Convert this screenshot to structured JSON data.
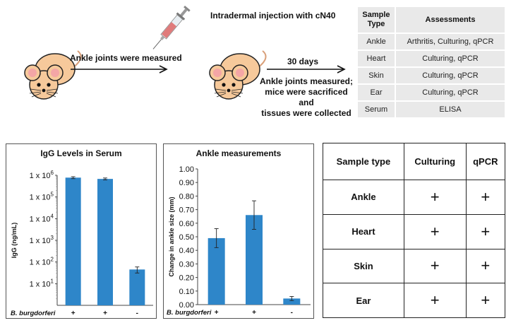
{
  "workflow": {
    "step1_label": "Ankle joints were measured",
    "injection_label": "Intradermal injection with cN40",
    "interval_label": "30 days",
    "step2_line1": "Ankle joints measured;",
    "step2_line2": "mice were sacrificed and",
    "step2_line3": "tissues were collected",
    "icons": [
      "mouse-icon",
      "syringe-icon",
      "arrow-right-icon"
    ]
  },
  "assessments_table": {
    "headers": [
      "Sample\nType",
      "Assessments"
    ],
    "rows": [
      {
        "sample": "Ankle",
        "assessment": "Arthritis, Culturing, qPCR"
      },
      {
        "sample": "Heart",
        "assessment": "Culturing, qPCR"
      },
      {
        "sample": "Skin",
        "assessment": "Culturing, qPCR"
      },
      {
        "sample": "Ear",
        "assessment": "Culturing, qPCR"
      },
      {
        "sample": "Serum",
        "assessment": "ELISA"
      }
    ]
  },
  "chart_data": [
    {
      "type": "bar",
      "title": "IgG Levels in Serum",
      "ylabel": "IgG (ng/mL)",
      "scale": "log",
      "ytick_labels": [
        "1 x 10^6",
        "1 x 10^5",
        "1 x 10^4",
        "1 x 10^3",
        "1 x 10^2",
        "1 x 10^1"
      ],
      "ytick_values": [
        1000000,
        100000,
        10000,
        1000,
        100,
        10
      ],
      "ylim": [
        1,
        1000000
      ],
      "group_label": "B. burgdorferi",
      "categories": [
        "+",
        "+",
        "-"
      ],
      "values": [
        780000,
        680000,
        45
      ],
      "errors": [
        80000,
        70000,
        14
      ],
      "color": "#2e86c9",
      "grid": false
    },
    {
      "type": "bar",
      "title": "Ankle measurements",
      "ylabel": "Change in ankle size (mm)",
      "ytick_labels": [
        "1.00",
        "0.90",
        "0.80",
        "0.70",
        "0.60",
        "0.50",
        "0.40",
        "0.30",
        "0.20",
        "0.10",
        "0.00"
      ],
      "ylim": [
        0,
        1.0
      ],
      "group_label": "B. burgdorferi",
      "categories": [
        "+",
        "+",
        "-"
      ],
      "values": [
        0.49,
        0.66,
        0.045
      ],
      "errors": [
        0.07,
        0.105,
        0.015
      ],
      "color": "#2e86c9",
      "grid": false
    }
  ],
  "samples_table": {
    "headers": [
      "Sample type",
      "Culturing",
      "qPCR"
    ],
    "rows": [
      {
        "sample": "Ankle",
        "culturing": "+",
        "qpcr": "+"
      },
      {
        "sample": "Heart",
        "culturing": "+",
        "qpcr": "+"
      },
      {
        "sample": "Skin",
        "culturing": "+",
        "qpcr": "+"
      },
      {
        "sample": "Ear",
        "culturing": "+",
        "qpcr": "+"
      }
    ]
  }
}
